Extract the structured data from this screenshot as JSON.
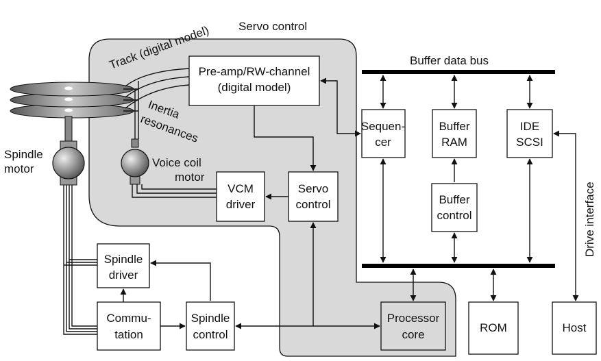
{
  "diagram": {
    "region_title": "Servo control",
    "track_label": "Track (digital model)",
    "bus_label": "Buffer data bus",
    "inertia_label": [
      "Inertia",
      "resonances"
    ],
    "spindle_motor_label": [
      "Spindle",
      "motor"
    ],
    "voice_coil_label": [
      "Voice coil",
      "motor"
    ],
    "drive_interface_label": "Drive interface",
    "blocks": {
      "preamp": [
        "Pre-amp/RW-channel",
        "(digital model)"
      ],
      "sequencer": [
        "Sequen-",
        "cer"
      ],
      "buffer_ram": [
        "Buffer",
        "RAM"
      ],
      "ide_scsi": [
        "IDE",
        "SCSI"
      ],
      "vcm_driver": [
        "VCM",
        "driver"
      ],
      "servo_control": [
        "Servo",
        "control"
      ],
      "buffer_control": [
        "Buffer",
        "control"
      ],
      "spindle_driver": [
        "Spindle",
        "driver"
      ],
      "commutation": [
        "Commu-",
        "tation"
      ],
      "spindle_control": [
        "Spindle",
        "control"
      ],
      "processor_core": [
        "Processor",
        "core"
      ],
      "rom": [
        "ROM"
      ],
      "host": [
        "Host"
      ]
    },
    "colors": {
      "servo_region": "#d9d9d9",
      "line": "#111111"
    }
  }
}
